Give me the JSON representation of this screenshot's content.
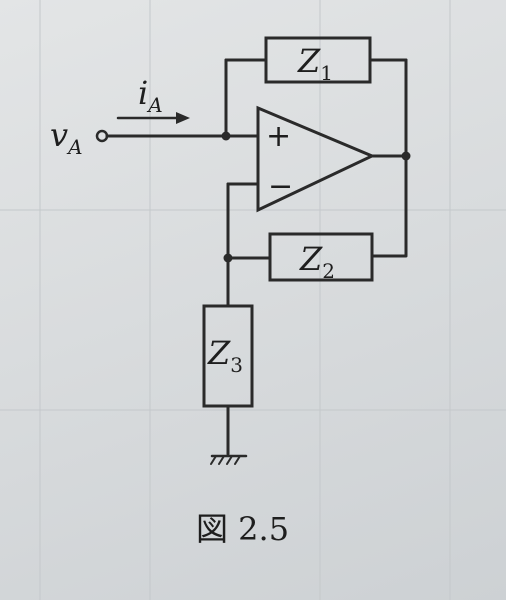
{
  "figure": {
    "caption": "図 2.5"
  },
  "components": {
    "z1": {
      "main": "Z",
      "sub": "1"
    },
    "z2": {
      "main": "Z",
      "sub": "2"
    },
    "z3": {
      "main": "Z",
      "sub": "3"
    }
  },
  "opamp": {
    "plus": "+",
    "minus": "−"
  },
  "input": {
    "voltage_main": "v",
    "voltage_sub": "A",
    "current_main": "i",
    "current_sub": "A"
  }
}
